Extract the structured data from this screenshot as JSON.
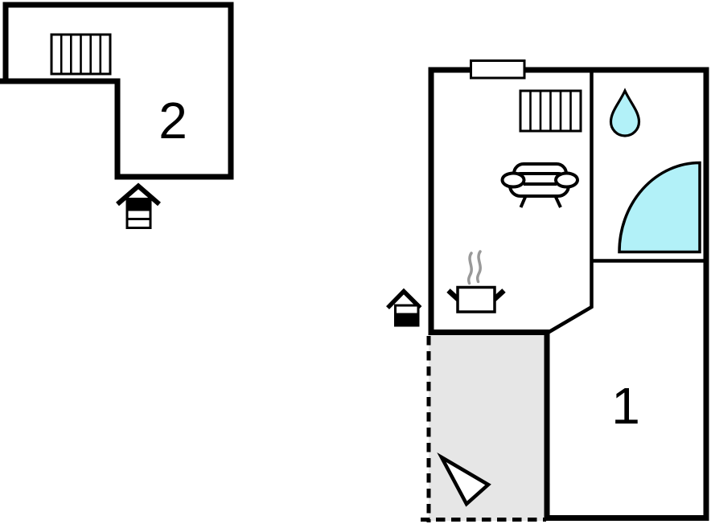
{
  "document": {
    "type": "floor-plan",
    "units_count": 2
  },
  "colors": {
    "background": "#ffffff",
    "wall": "#000000",
    "water_fill": "#b2f1f8",
    "terrace_fill": "#e6e6e6",
    "steam": "#999999"
  },
  "units": [
    {
      "label": "2",
      "name": "apartment-2",
      "icons": [
        "double-bed-icon",
        "entrance-arrow-icon"
      ]
    },
    {
      "label": "1",
      "name": "apartment-1",
      "icons": [
        "window-icon",
        "double-bed-icon",
        "sofa-icon",
        "water-drop-icon",
        "shower-icon",
        "cooking-pot-icon",
        "steam-icon",
        "entrance-arrow-icon",
        "terrace-area",
        "north-arrow-icon"
      ]
    }
  ]
}
